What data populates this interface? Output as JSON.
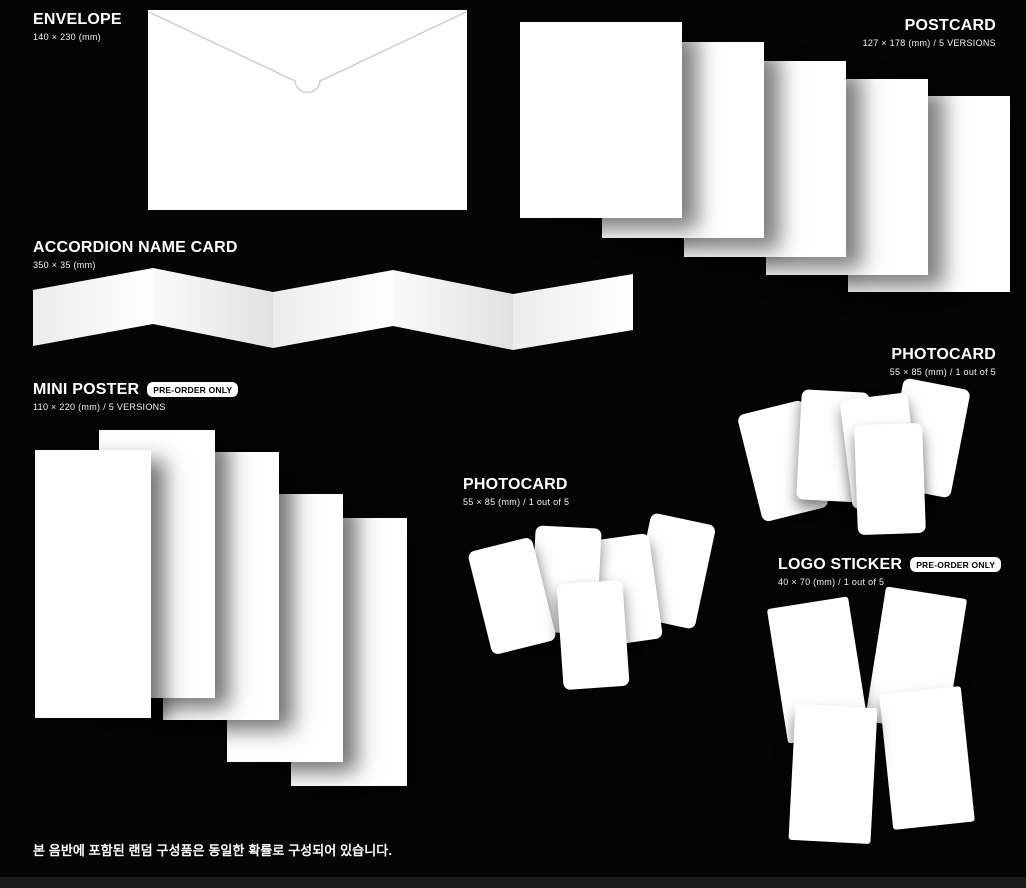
{
  "page": {
    "footer_note": "본 음반에 포함된 랜덤 구성품은 동일한 확률로 구성되어 있습니다."
  },
  "colors": {
    "background": "#050505",
    "item": "#ffffff",
    "text": "#ffffff",
    "badge_background": "#ffffff",
    "badge_text": "#000000"
  },
  "sections": {
    "envelope": {
      "title": "ENVELOPE",
      "spec": "140 × 230 (mm)"
    },
    "postcard": {
      "title": "POSTCARD",
      "spec": "127 × 178 (mm) / 5 VERSIONS"
    },
    "accordion_name_card": {
      "title": "ACCORDION NAME CARD",
      "spec": "350 × 35 (mm)"
    },
    "mini_poster": {
      "title": "MINI POSTER",
      "badge": "PRE-ORDER ONLY",
      "spec": "110 × 220 (mm) / 5 VERSIONS"
    },
    "photocard_center": {
      "title": "PHOTOCARD",
      "spec": "55 × 85 (mm) / 1 out of 5"
    },
    "photocard_right": {
      "title": "PHOTOCARD",
      "spec": "55 × 85 (mm) / 1 out of 5"
    },
    "logo_sticker": {
      "title": "LOGO STICKER",
      "badge": "PRE-ORDER ONLY",
      "spec": "40 × 70 (mm) / 1 out of 5"
    }
  }
}
